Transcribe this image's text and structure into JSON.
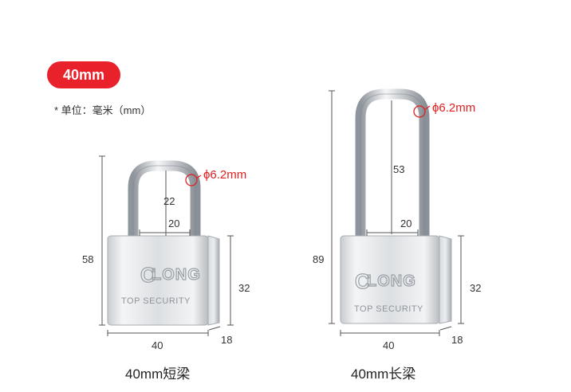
{
  "badge": {
    "label": "40mm",
    "color": "#e8212b"
  },
  "unit_note": "* 单位：毫米（mm）",
  "lock_short": {
    "shackle_diameter": "ϕ6.2mm",
    "shackle_height": "22",
    "shackle_inner_width": "20",
    "total_height": "58",
    "body_height": "32",
    "body_width": "40",
    "body_depth": "18",
    "brand": "LONG",
    "brand_initial": "C",
    "subtitle": "TOP SECURITY",
    "caption": "40mm短梁"
  },
  "lock_long": {
    "shackle_diameter": "ϕ6.2mm",
    "shackle_height": "53",
    "shackle_inner_width": "20",
    "total_height": "89",
    "body_height": "32",
    "body_width": "40",
    "body_depth": "18",
    "brand": "LONG",
    "brand_initial": "C",
    "subtitle": "TOP SECURITY",
    "caption": "40mm长梁"
  }
}
